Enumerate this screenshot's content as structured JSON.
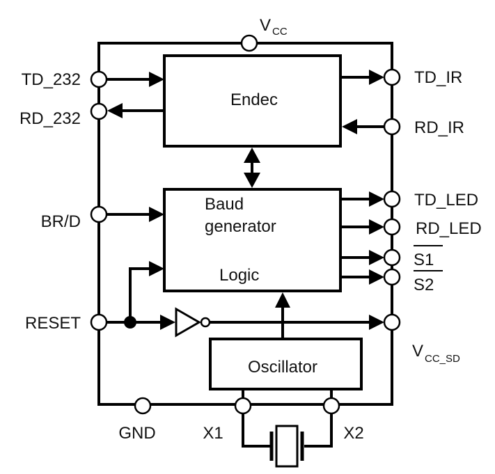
{
  "blocks": {
    "endec": "Endec",
    "baud_line1": "Baud",
    "baud_line2": "generator",
    "logic": "Logic",
    "oscillator": "Oscillator"
  },
  "pins": {
    "vcc_main": "V",
    "vcc_sub": "CC",
    "td_232": "TD_232",
    "rd_232": "RD_232",
    "br_d": "BR/D",
    "reset": "RESET",
    "gnd": "GND",
    "x1": "X1",
    "x2": "X2",
    "td_ir": "TD_IR",
    "rd_ir": "RD_IR",
    "td_led": "TD_LED",
    "rd_led": "RD_LED",
    "s1": "S1",
    "s2": "S2",
    "vcc_sd_main": "V",
    "vcc_sd_sub": "CC_SD"
  }
}
